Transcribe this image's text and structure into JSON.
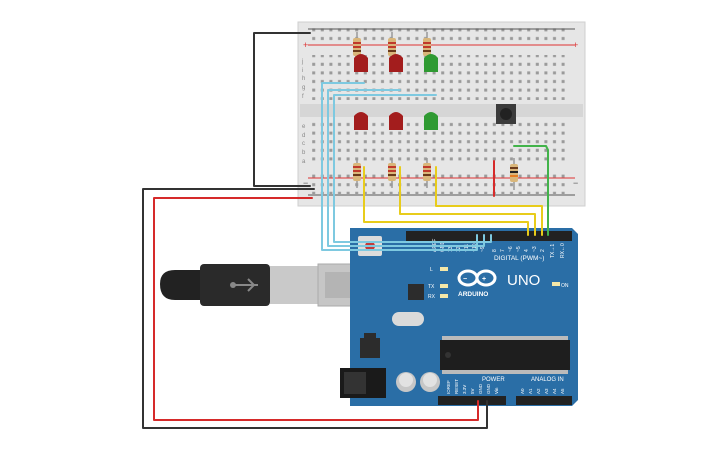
{
  "board": {
    "logo": "ARDUINO",
    "model": "UNO",
    "digital_header": "DIGITAL (PWM~)",
    "power_header": "POWER",
    "analog_header": "ANALOG IN",
    "on_label": "ON",
    "l_label": "L",
    "tx_label": "TX",
    "rx_label": "RX",
    "aref_label": "AREF",
    "gnd_label": "GND",
    "digital_pins": [
      "13",
      "12",
      "~11",
      "~10",
      "~9",
      "8",
      "7",
      "~6",
      "~5",
      "4",
      "~3",
      "2",
      "TX→1",
      "RX←0"
    ],
    "power_pins": [
      "IOREF",
      "RESET",
      "3.3V",
      "5V",
      "GND",
      "GND",
      "Vin"
    ],
    "analog_pins": [
      "A0",
      "A1",
      "A2",
      "A3",
      "A4",
      "A5"
    ]
  },
  "breadboard": {
    "row_letters_top": [
      "j",
      "i",
      "h",
      "g",
      "f"
    ],
    "row_letters_bottom": [
      "e",
      "d",
      "c",
      "b",
      "a"
    ],
    "plus": "+",
    "minus": "−"
  },
  "colors": {
    "board_blue": "#2a6ea6",
    "wire_black": "#333333",
    "wire_red": "#d62a2a",
    "wire_yellow": "#e8cc1b",
    "wire_cyan": "#7ec9e0",
    "wire_green": "#42b34a",
    "led_red": "#a31d1d",
    "led_green": "#2f9a32"
  }
}
